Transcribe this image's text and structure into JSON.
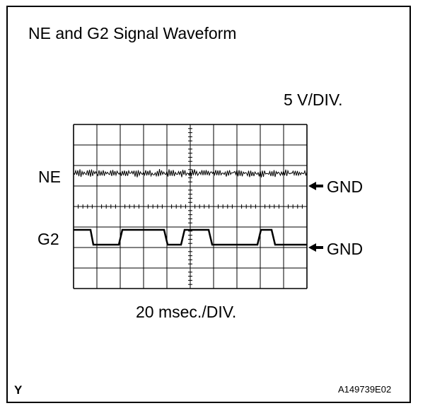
{
  "title": "NE and G2 Signal Waveform",
  "vertical_scale": "5 V/DIV.",
  "time_scale": "20 msec./DIV.",
  "channels": [
    {
      "label": "NE",
      "ground_label": "GND"
    },
    {
      "label": "G2",
      "ground_label": "GND"
    }
  ],
  "corner_mark": "Y",
  "figure_id": "A149739E02",
  "icons": {
    "ground_marker": "arrow-left-icon"
  }
}
